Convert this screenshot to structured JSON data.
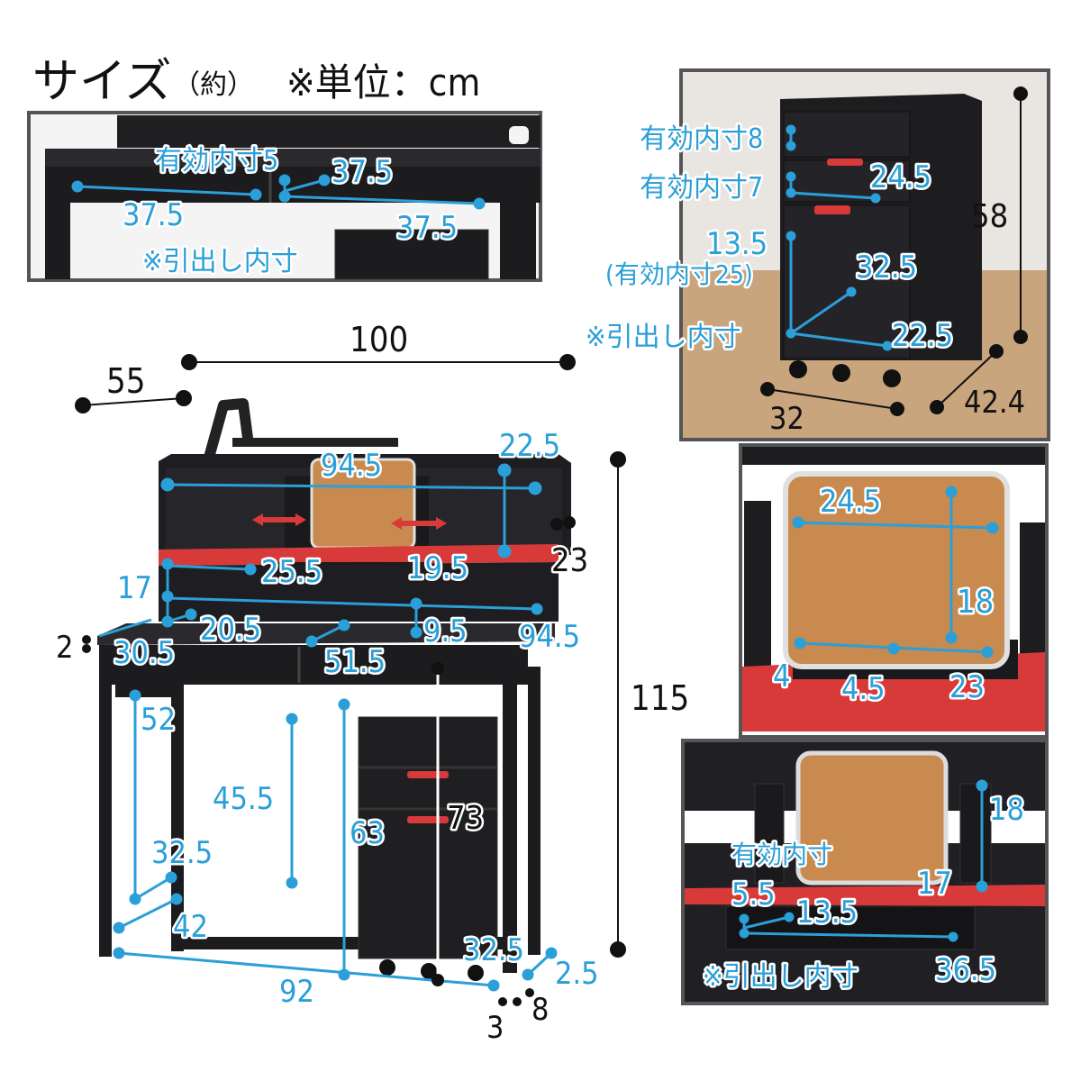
{
  "header": {
    "title": "サイズ",
    "approx": "（約）",
    "unit_note": "※単位：cm"
  },
  "colors": {
    "dimension_blue": "#2a9fd8",
    "dimension_black": "#111111",
    "panel_border": "#555555",
    "desk_black": "#1c1c1e",
    "shelf_red": "#d83a3a",
    "cork": "#c98a4f"
  },
  "drawer_inset": {
    "effective": "有効内寸5",
    "d1": "37.5",
    "d2": "37.5",
    "d3": "37.5",
    "note": "※引出し内寸"
  },
  "wagon_inset": {
    "eff8": "有効内寸8",
    "eff7": "有効内寸7",
    "w24": "24.5",
    "h13": "13.5",
    "eff25": "(有効内寸25)",
    "d32": "32.5",
    "w22": "22.5",
    "note": "※引出し内寸",
    "height": "58",
    "depth": "42.4",
    "width": "32"
  },
  "main": {
    "width": "100",
    "depth": "55",
    "shelf_width": "94.5",
    "shelf_height": "22.5",
    "side": "23",
    "inner_depth": "25.5",
    "inner_w": "19.5",
    "h17": "17",
    "d20": "20.5",
    "h9": "9.5",
    "w94b": "94.5",
    "top_thick": "2",
    "top_depth": "30.5",
    "w51": "51.5",
    "total_height": "115",
    "h52": "52",
    "h45": "45.5",
    "h63": "63",
    "h73": "73",
    "d32": "32.5",
    "d42": "42",
    "base_width": "92",
    "wagon_d": "32.5",
    "g25": "2.5",
    "g3": "3",
    "g8": "8"
  },
  "cork_inset": {
    "w": "24.5",
    "h": "18",
    "a": "4",
    "b": "4.5",
    "c": "23"
  },
  "shelf_inset": {
    "h18": "18",
    "effective": "有効内寸",
    "e55": "5.5",
    "d13": "13.5",
    "h17": "17",
    "note": "※引出し内寸",
    "w36": "36.5"
  }
}
